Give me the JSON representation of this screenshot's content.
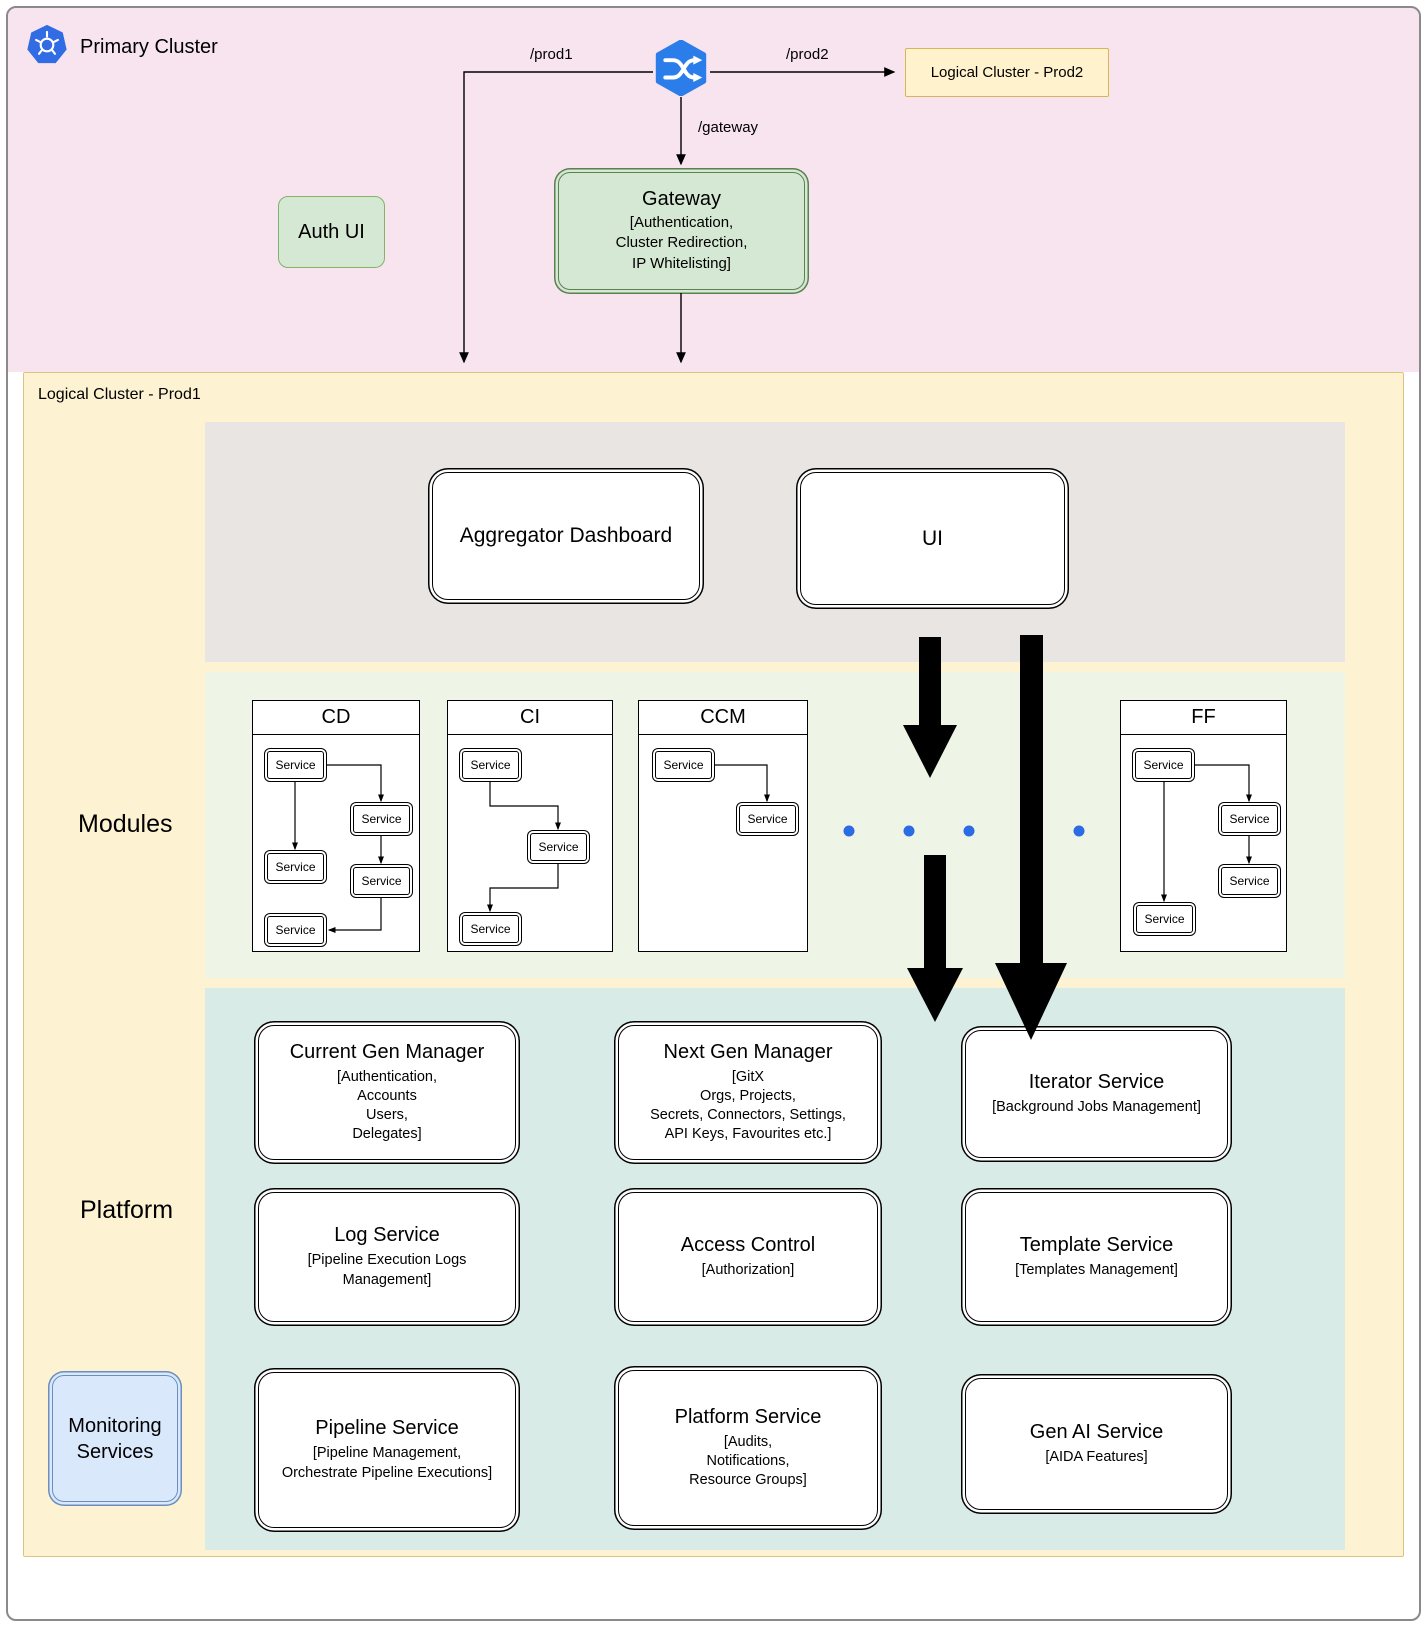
{
  "primary_cluster": {
    "label": "Primary Cluster",
    "route_prod1": "/prod1",
    "route_prod2": "/prod2",
    "route_gateway": "/gateway",
    "prod2_box_label": "Logical Cluster - Prod2",
    "auth_ui_label": "Auth UI",
    "gateway_title": "Gateway",
    "gateway_details": "[Authentication,\nCluster Redirection,\nIP Whitelisting]"
  },
  "prod1_cluster": {
    "label": "Logical Cluster - Prod1",
    "aggregator_dashboard_label": "Aggregator Dashboard",
    "ui_label": "UI",
    "modules_section_label": "Modules",
    "platform_section_label": "Platform",
    "monitoring_label": "Monitoring\nServices",
    "modules": [
      {
        "name": "CD",
        "services": [
          "Service",
          "Service",
          "Service",
          "Service",
          "Service"
        ]
      },
      {
        "name": "CI",
        "services": [
          "Service",
          "Service",
          "Service"
        ]
      },
      {
        "name": "CCM",
        "services": [
          "Service",
          "Service"
        ]
      },
      {
        "name": "FF",
        "services": [
          "Service",
          "Service",
          "Service",
          "Service"
        ]
      }
    ],
    "platform_services": [
      {
        "title": "Current Gen Manager",
        "details": "[Authentication,\nAccounts\nUsers,\nDelegates]"
      },
      {
        "title": "Next Gen Manager",
        "details": "[GitX\nOrgs, Projects,\nSecrets, Connectors, Settings,\nAPI Keys, Favourites etc.]"
      },
      {
        "title": "Iterator Service",
        "details": "[Background Jobs Management]"
      },
      {
        "title": "Log Service",
        "details": "[Pipeline Execution Logs\nManagement]"
      },
      {
        "title": "Access Control",
        "details": "[Authorization]"
      },
      {
        "title": "Template Service",
        "details": "[Templates Management]"
      },
      {
        "title": "Pipeline Service",
        "details": "[Pipeline Management,\nOrchestrate Pipeline Executions]"
      },
      {
        "title": "Platform Service",
        "details": "[Audits,\nNotifications,\nResource Groups]"
      },
      {
        "title": "Gen AI Service",
        "details": "[AIDA Features]"
      }
    ]
  },
  "colors": {
    "primary_cluster_bg": "#f8e4ef",
    "prod1_cluster_bg": "#fdf3d2",
    "gray_region_bg": "#e9e5e3",
    "modules_region_bg": "#eef5e6",
    "platform_region_bg": "#d8ebe6",
    "green_box_bg": "#d5e8d4",
    "green_box_border": "#82b366",
    "yellow_box_bg": "#fff2cc",
    "yellow_box_border": "#d6b656",
    "blue_box_bg": "#dae8fc",
    "blue_box_border": "#6c8ebf",
    "kubernetes_blue": "#326ce5",
    "dot_blue": "#2b6be4",
    "arrow_black": "#000000"
  }
}
